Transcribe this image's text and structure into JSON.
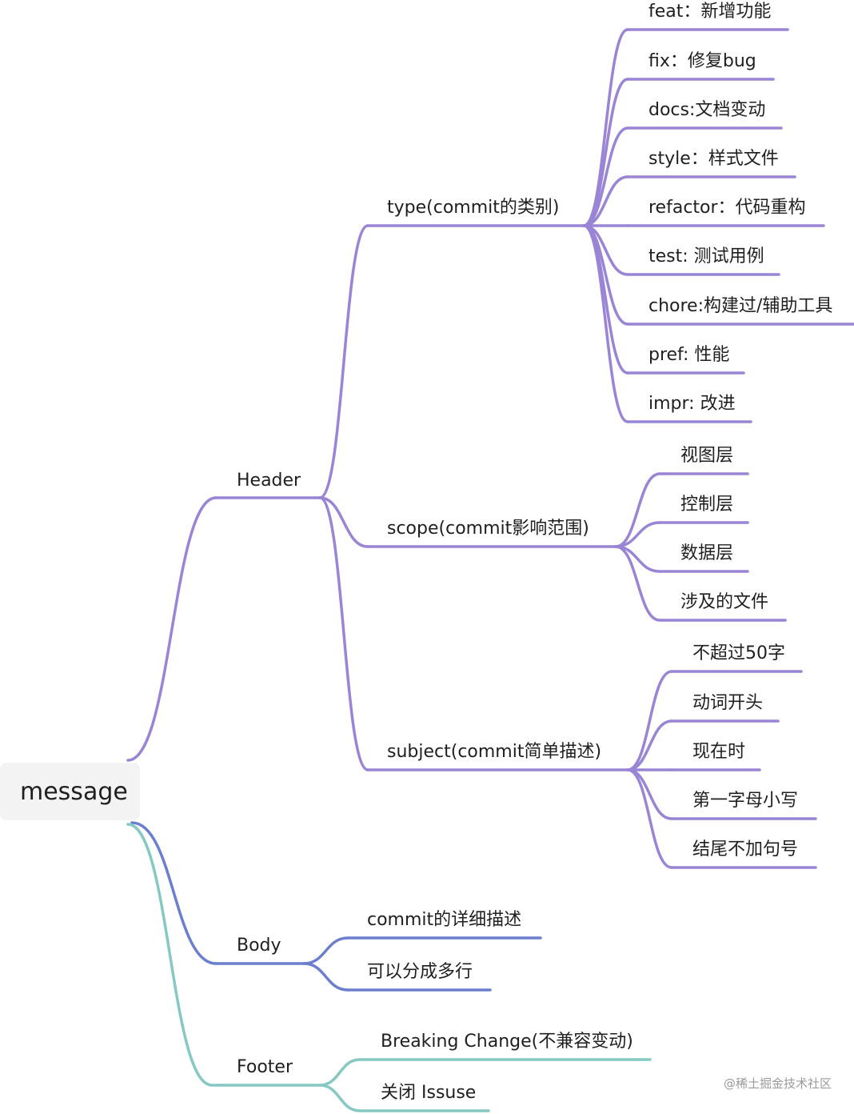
{
  "colors": {
    "header": "#9a84d6",
    "body": "#6c7fce",
    "footer": "#86c8c2",
    "text": "#1f1f1f",
    "root_background": "#f3f3f4",
    "watermark": "#9a9a9a"
  },
  "root": {
    "label": "message"
  },
  "header": {
    "label": "Header",
    "type": {
      "label": "type(commit的类别)",
      "items": [
        "feat：新增功能",
        "fix：修复bug",
        "docs:文档变动",
        "style：样式文件",
        "refactor：代码重构",
        "test: 测试用例",
        "chore:构建过/辅助工具",
        "pref: 性能",
        "impr: 改进"
      ]
    },
    "scope": {
      "label": "scope(commit影响范围)",
      "items": [
        "视图层",
        "控制层",
        "数据层",
        "涉及的文件"
      ]
    },
    "subject": {
      "label": "subject(commit简单描述)",
      "items": [
        "不超过50字",
        "动词开头",
        "现在时",
        "第一字母小写",
        "结尾不加句号"
      ]
    }
  },
  "body": {
    "label": "Body",
    "items": [
      "commit的详细描述",
      "可以分成多行"
    ]
  },
  "footer": {
    "label": "Footer",
    "items": [
      "Breaking Change(不兼容变动)",
      "关闭 Issuse"
    ]
  },
  "watermark": "@稀土掘金技术社区"
}
